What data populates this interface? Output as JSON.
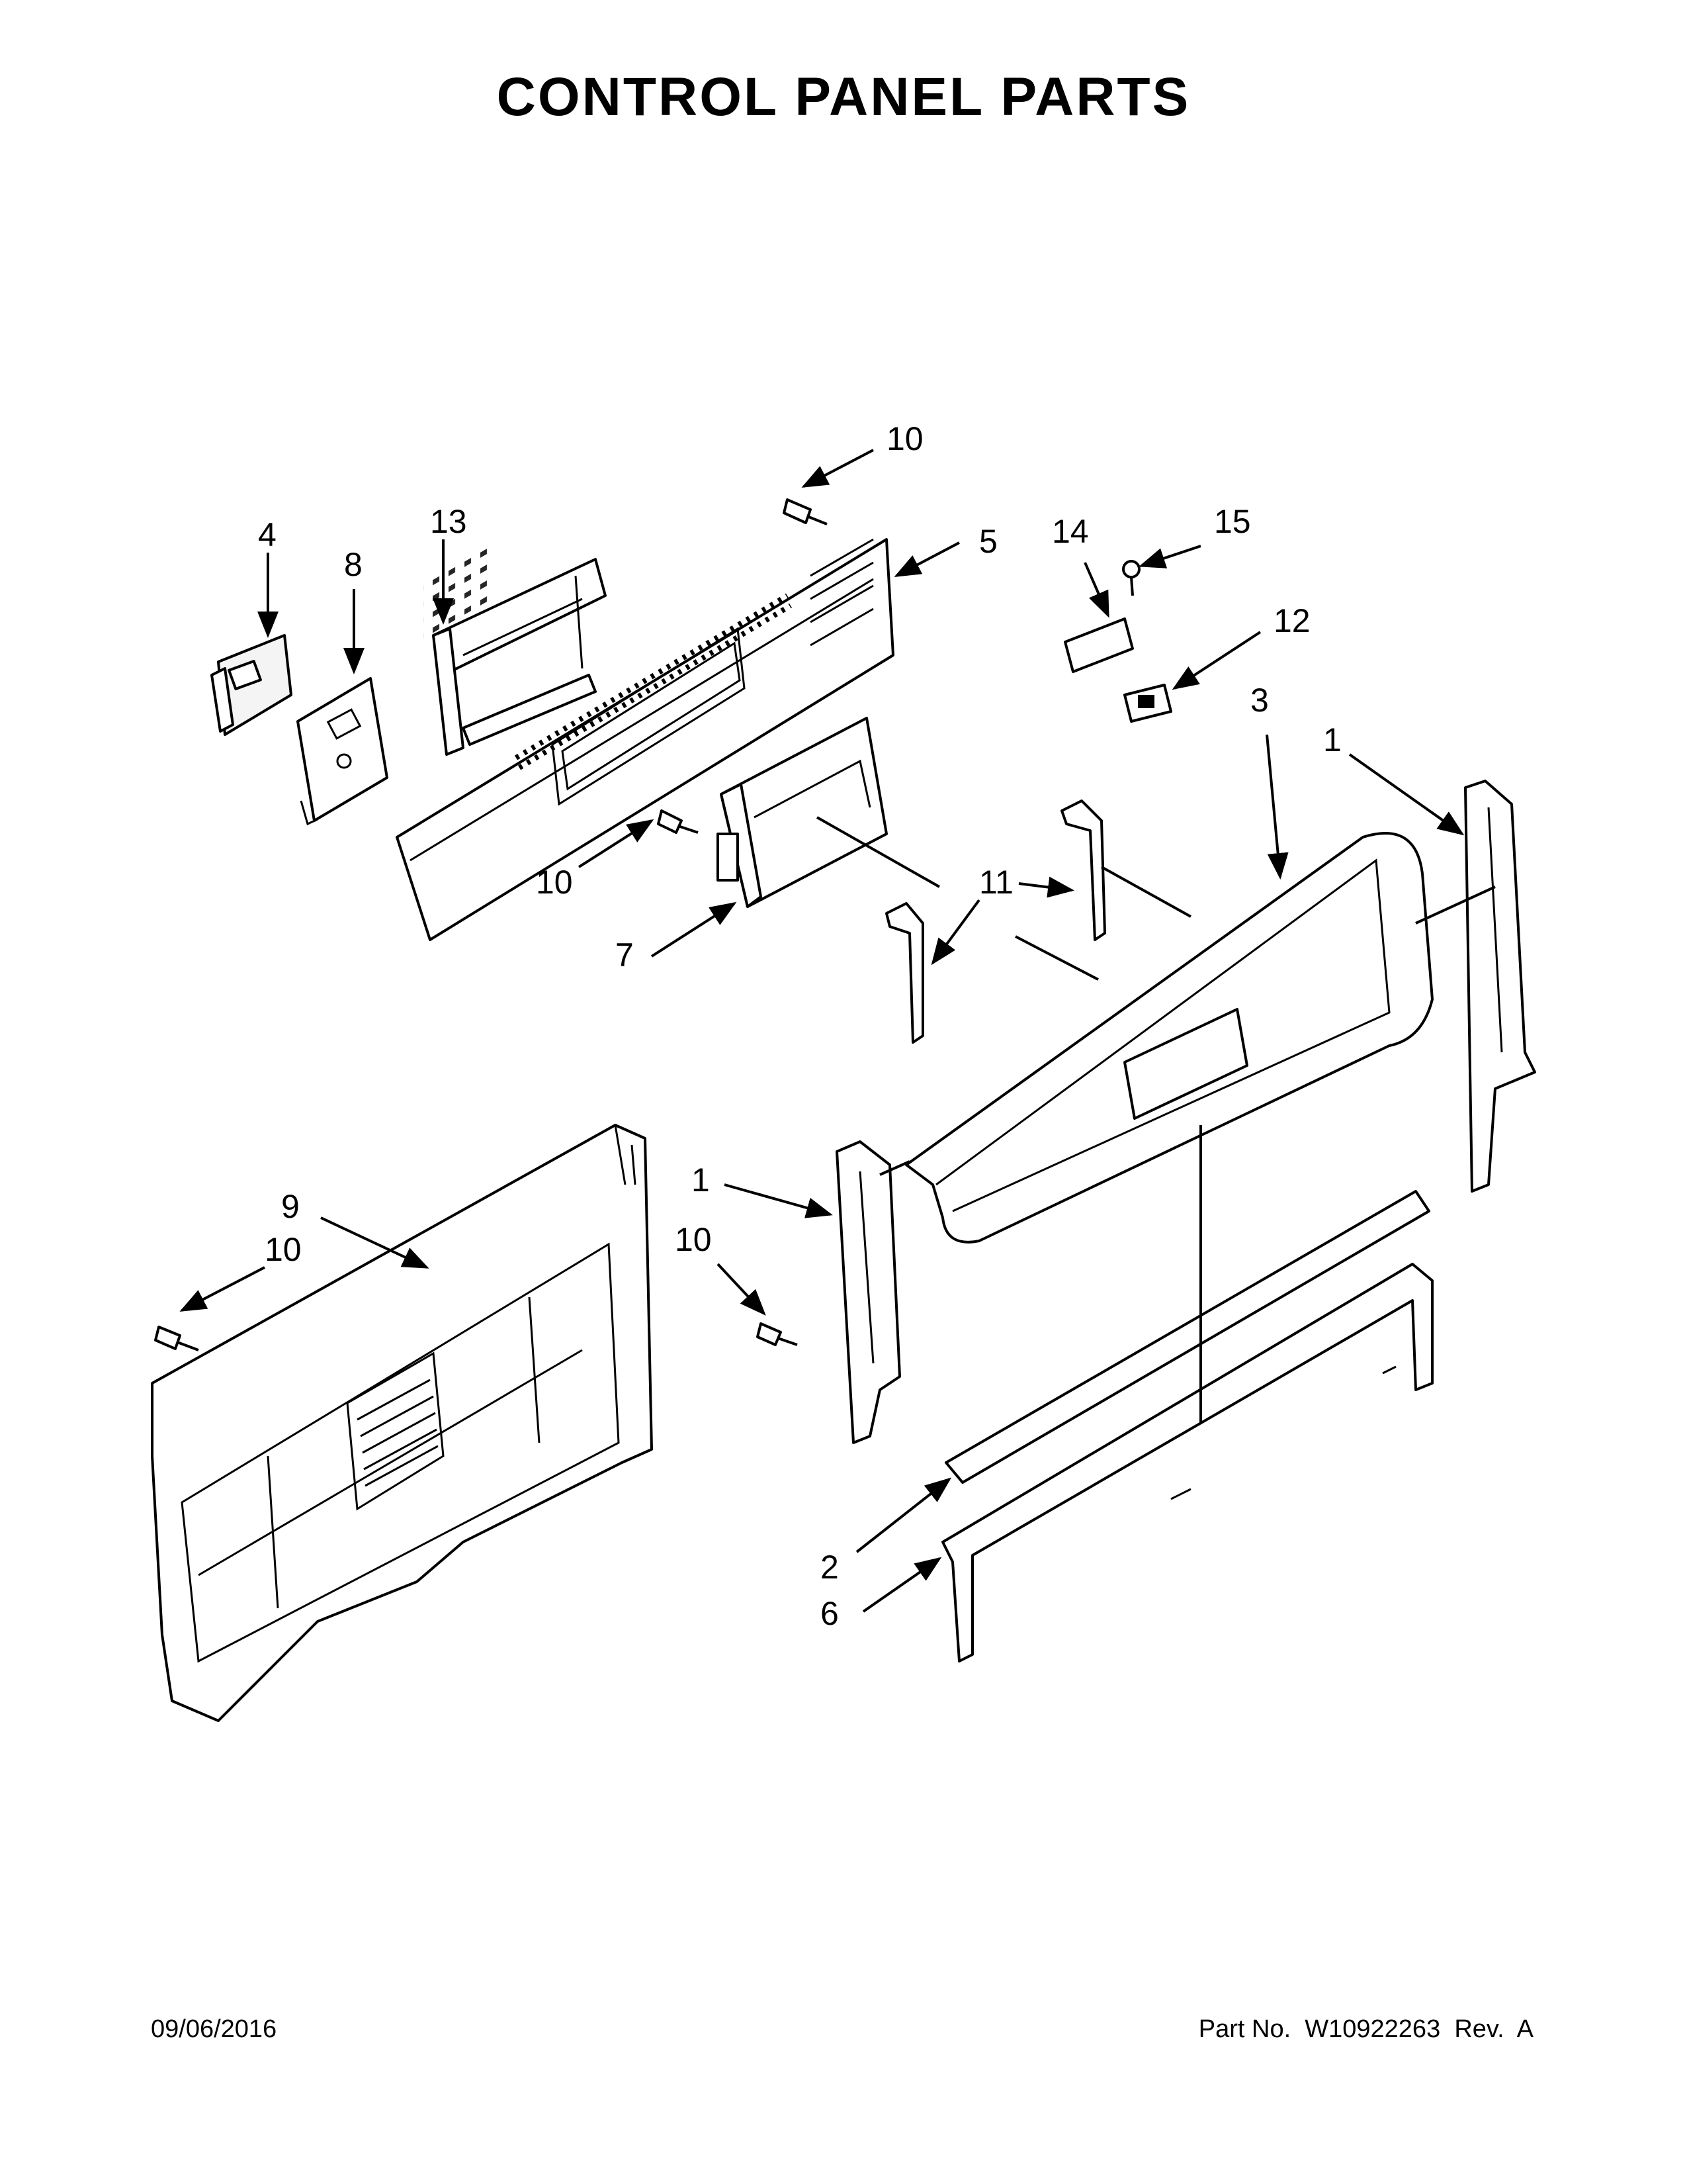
{
  "title": "CONTROL PANEL PARTS",
  "footer": {
    "date": "09/06/2016",
    "part_number": "Part No.  W10922263  Rev.  A"
  },
  "callouts": {
    "c10_top": "10",
    "c4": "4",
    "c13": "13",
    "c8": "8",
    "c5": "5",
    "c14": "14",
    "c15": "15",
    "c12": "12",
    "c3": "3",
    "c1_right": "1",
    "c11": "11",
    "c10_mid": "10",
    "c7": "7",
    "c9": "9",
    "c10_left": "10",
    "c1_mid": "1",
    "c10_lower": "10",
    "c2": "2",
    "c6": "6"
  }
}
